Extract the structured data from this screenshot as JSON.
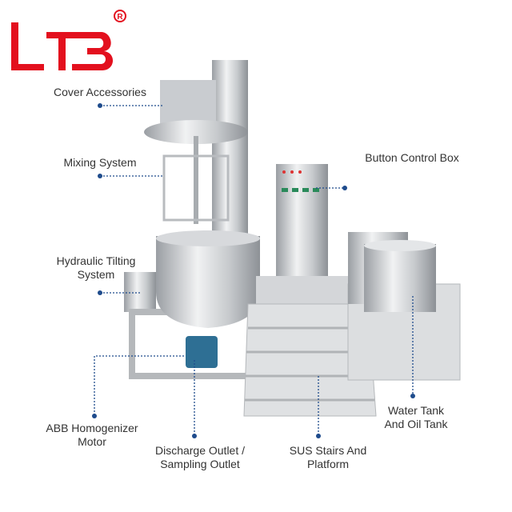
{
  "logo": {
    "text": "LTB",
    "mark": "®",
    "color": "#e3101e"
  },
  "watermark": "LTB®",
  "labels": {
    "cover": "Cover Accessories",
    "mixing": "Mixing System",
    "hydraulic_1": "Hydraulic Tilting",
    "hydraulic_2": "System",
    "button": "Button Control Box",
    "motor_1": "ABB Homogenizer",
    "motor_2": "Motor",
    "discharge_1": "Discharge Outlet /",
    "discharge_2": "Sampling Outlet",
    "stairs_1": "SUS Stairs And",
    "stairs_2": "Platform",
    "tank_1": "Water Tank",
    "tank_2": "And Oil Tank"
  },
  "colors": {
    "leader": "#1e4b8c",
    "text": "#333333"
  }
}
